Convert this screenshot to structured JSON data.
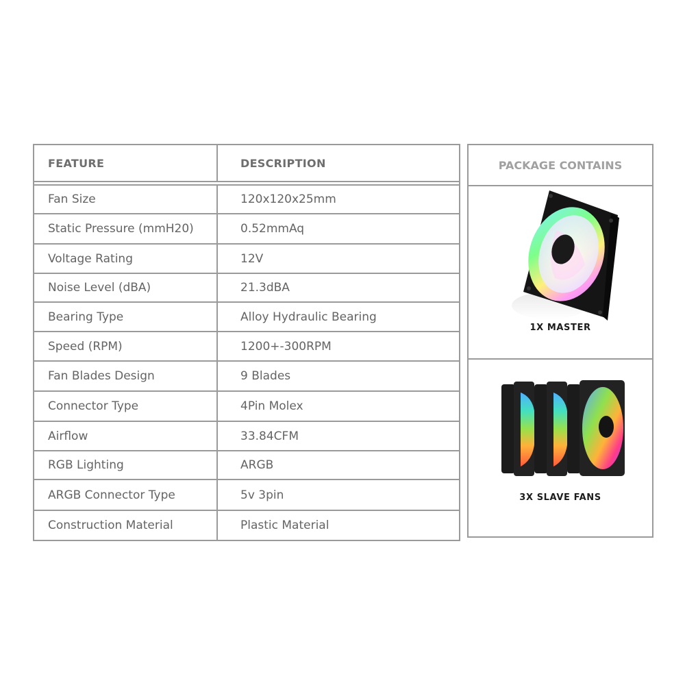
{
  "spec_table": {
    "headers": {
      "feature": "FEATURE",
      "description": "DESCRIPTION"
    },
    "rows": [
      {
        "feature": "Fan Size",
        "description": "120x120x25mm"
      },
      {
        "feature": "Static Pressure (mmH20)",
        "description": "0.52mmAq"
      },
      {
        "feature": "Voltage Rating",
        "description": "12V"
      },
      {
        "feature": "Noise Level (dBA)",
        "description": "21.3dBA"
      },
      {
        "feature": "Bearing Type",
        "description": "Alloy Hydraulic Bearing"
      },
      {
        "feature": "Speed (RPM)",
        "description": "1200+-300RPM"
      },
      {
        "feature": "Fan Blades Design",
        "description": "9 Blades"
      },
      {
        "feature": "Connector Type",
        "description": "4Pin Molex"
      },
      {
        "feature": "Airflow",
        "description": "33.84CFM"
      },
      {
        "feature": "RGB Lighting",
        "description": "ARGB"
      },
      {
        "feature": "ARGB Connector Type",
        "description": "5v 3pin"
      },
      {
        "feature": "Construction Material",
        "description": "Plastic Material"
      }
    ]
  },
  "package": {
    "title": "PACKAGE CONTAINS",
    "items": [
      {
        "image": "argb-fan-master-icon",
        "caption": "1X MASTER"
      },
      {
        "image": "argb-fans-slave-trio-icon",
        "caption": "3X SLAVE FANS"
      }
    ]
  },
  "colors": {
    "border": "#9a9a9a",
    "text": "#646464",
    "header_text": "#6e6e6e",
    "package_title": "#a0a0a0",
    "caption": "#1c1c1c"
  }
}
